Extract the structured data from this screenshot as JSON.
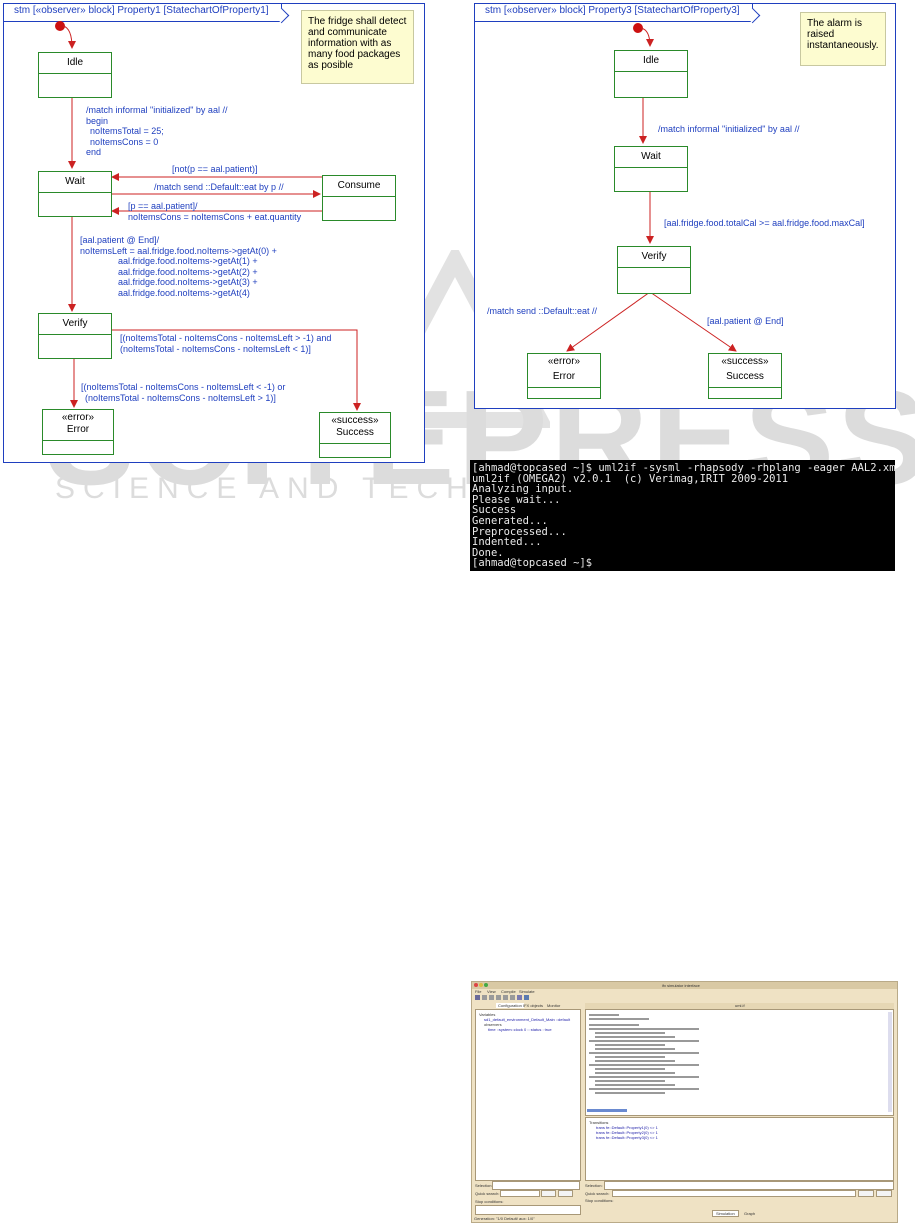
{
  "diagram1": {
    "frame_title": "stm [«observer» block] Property1 [StatechartOfProperty1]",
    "note": [
      "The fridge shall detect",
      "and communicate",
      "information with as",
      "many food packages",
      "as posible"
    ],
    "states": {
      "idle": "Idle",
      "wait": "Wait",
      "consume": "Consume",
      "verify": "Verify",
      "error_stereo": "«error»",
      "error": "Error",
      "success_stereo": "«success»",
      "success": "Success"
    },
    "labels": {
      "init": [
        "/match informal \"initialized\" by aal //",
        "begin",
        "  noItemsTotal = 25;",
        "  noItemsCons = 0",
        "end"
      ],
      "not_patient": "[not(p == aal.patient)]",
      "match_send": "/match send ::Default::eat by p //",
      "patient": [
        "[p == aal.patient]/",
        "noItemsCons = noItemsCons + eat.quantity"
      ],
      "end": [
        "[aal.patient @ End]/",
        "noItemsLeft = aal.fridge.food.noItems->getAt(0) +",
        "           aal.fridge.food.noItems->getAt(1) +",
        "           aal.fridge.food.noItems->getAt(2) +",
        "           aal.fridge.food.noItems->getAt(3) +",
        "           aal.fridge.food.noItems->getAt(4)"
      ],
      "success_guard": [
        "[(noItemsTotal - noItemsCons - noItemsLeft > -1) and",
        "(noItemsTotal - noItemsCons - noItemsLeft < 1)]"
      ],
      "error_guard": [
        "[(noItemsTotal - noItemsCons - noItemsLeft < -1) or",
        "(noItemsTotal - noItemsCons - noItemsLeft > 1)]"
      ]
    }
  },
  "diagram2": {
    "frame_title": "stm [«observer» block] Property3 [StatechartOfProperty3]",
    "note": [
      "The alarm is",
      "raised",
      "instantaneously."
    ],
    "states": {
      "idle": "Idle",
      "wait": "Wait",
      "verify": "Verify",
      "error_stereo": "«error»",
      "error": "Error",
      "success_stereo": "«success»",
      "success": "Success"
    },
    "labels": {
      "init": "/match informal \"initialized\" by aal //",
      "cal": "[aal.fridge.food.totalCal >= aal.fridge.food.maxCal]",
      "eat": "/match send ::Default::eat //",
      "end": "[aal.patient @ End]"
    }
  },
  "terminal": {
    "lines": [
      "[ahmad@topcased ~]$ uml2if -sysml -rhapsody -rhplang -eager AAL2.xmi",
      "uml2if (OMEGA2) v2.0.1  (c) Verimag,IRIT 2009-2011",
      "Analyzing input.",
      "Please wait...",
      "Success",
      "Generated...",
      "Preprocessed...",
      "Indented...",
      "Done.",
      "[ahmad@topcased ~]$"
    ]
  },
  "ide": {
    "title": "ifx simulator interface",
    "menu": [
      "File",
      "View",
      "Compile",
      "Simulate"
    ],
    "left_tabs": [
      "Configuration",
      "IFX objects",
      "Monitor"
    ],
    "tree": [
      "Variables",
      "sd1_default_environment_Default_Main ::default",
      "observers",
      "time ::system::clock 0 :: status : true"
    ],
    "selection_label": "Selection:",
    "quick_search_label": "Quick search:",
    "stop_conditions_label": "Stop conditions:",
    "editor_title": "uml.if",
    "transitions_label": "Transitions",
    "transitions": [
      "trans fe::Default::Property1(0) <> 1",
      "trans fe::Default::Property2(0) <> 1",
      "trans fe::Default::Property3(0) <> 1"
    ],
    "bottom_tabs": [
      "Simulation",
      "Graph"
    ],
    "status": "Generation: \"1/0 Default/ aux: 1/0\""
  },
  "watermark": {
    "big": "SCITEPRESS",
    "small": "SCIENCE AND TECHNOLOGY"
  }
}
